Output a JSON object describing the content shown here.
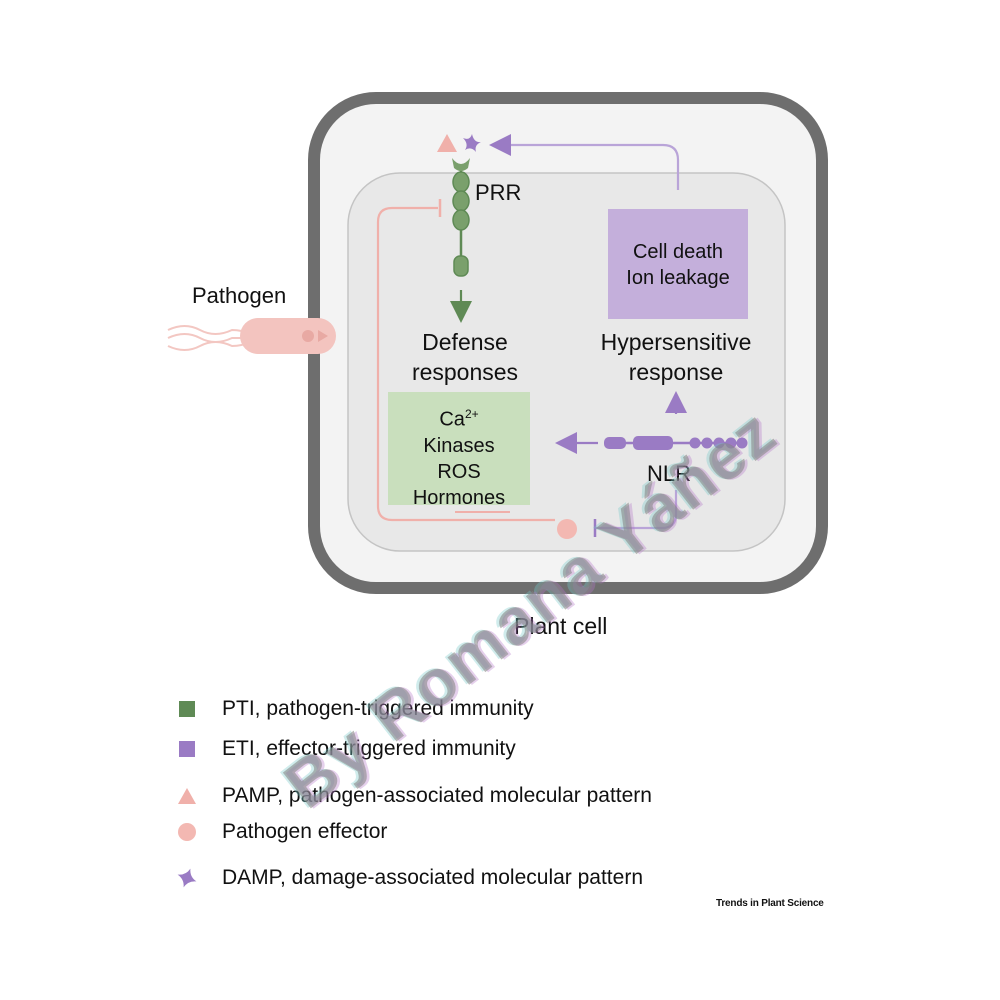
{
  "diagram": {
    "labels": {
      "prr": "PRR",
      "pathogen": "Pathogen",
      "defense": "Defense\nresponses",
      "hypersensitive": "Hypersensitive\nresponse",
      "nlr": "NLR",
      "plant_cell": "Plant cell"
    },
    "boxes": {
      "cell_death": [
        "Cell death",
        "Ion leakage"
      ],
      "defense_list": {
        "ca_base": "Ca",
        "ca_sup": "2+",
        "items": [
          "Kinases",
          "ROS",
          "Hormones"
        ]
      }
    },
    "colors": {
      "pti_green": "#5f8a55",
      "eti_purple": "#9a7bc4",
      "pamp_pink": "#f0b0aa",
      "cell_wall": "#6e6e6e",
      "green_box": "#c9dfbd",
      "purple_box": "#c4afdb"
    }
  },
  "legend": [
    {
      "symbol": "square-green",
      "text": "PTI, pathogen-triggered immunity"
    },
    {
      "symbol": "square-purple",
      "text": "ETI, effector-triggered immunity"
    },
    {
      "symbol": "triangle-pink",
      "text": "PAMP, pathogen-associated molecular pattern"
    },
    {
      "symbol": "circle-pink",
      "text": "Pathogen effector"
    },
    {
      "symbol": "star-purple",
      "text": "DAMP, damage-associated molecular pattern"
    }
  ],
  "footer": {
    "journal": "Trends in Plant Science",
    "watermark": "By Romana Yáñez"
  }
}
